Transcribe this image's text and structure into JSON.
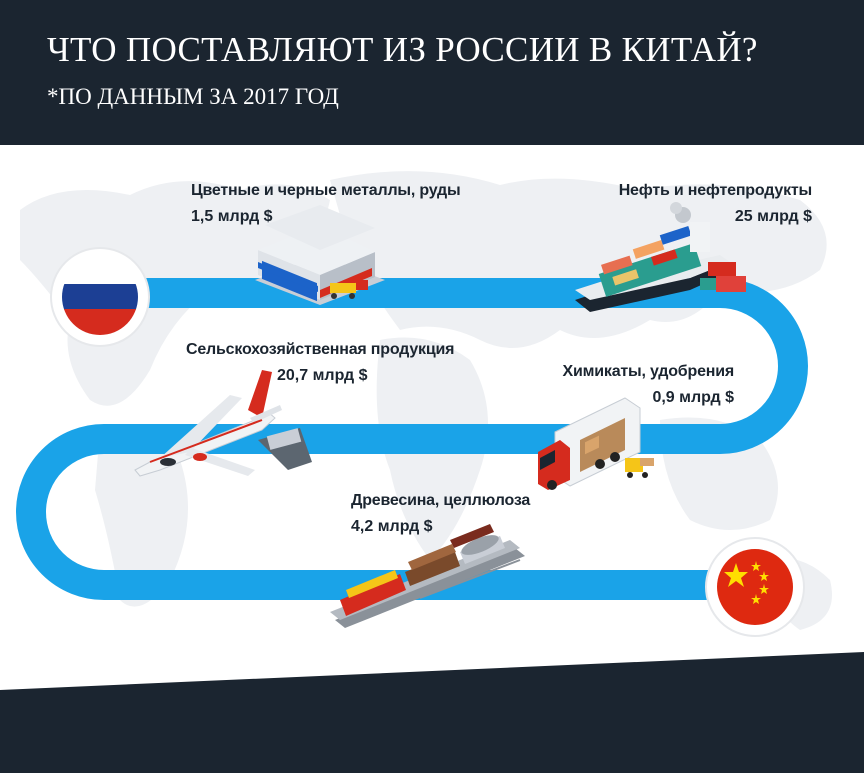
{
  "header": {
    "title": "ЧТО ПОСТАВЛЯЮТ ИЗ РОССИИ В КИТАЙ?",
    "subtitle": "*ПО ДАННЫМ ЗА 2017 ГОД"
  },
  "colors": {
    "background_dark": "#1b2530",
    "route": "#1aa3e8",
    "flag_russia": [
      "#ffffff",
      "#1c3f94",
      "#d52b1e"
    ],
    "flag_china": [
      "#de2910",
      "#ffde00"
    ]
  },
  "route": {
    "start_flag": "russia-flag-icon",
    "end_flag": "china-flag-icon"
  },
  "items": [
    {
      "label": "Цветные и черные металлы, руды",
      "value": "1,5 млрд $",
      "icon": "warehouse-icon"
    },
    {
      "label": "Нефть и нефтепродукты",
      "value": "25 млрд $",
      "icon": "container-ship-icon"
    },
    {
      "label": "Сельскохозяйственная продукция",
      "value": "20,7 млрд $",
      "icon": "airplane-icon"
    },
    {
      "label": "Химикаты, удобрения",
      "value": "0,9 млрд $",
      "icon": "truck-icon"
    },
    {
      "label": "Древесина, целлюлоза",
      "value": "4,2 млрд $",
      "icon": "train-icon"
    }
  ]
}
